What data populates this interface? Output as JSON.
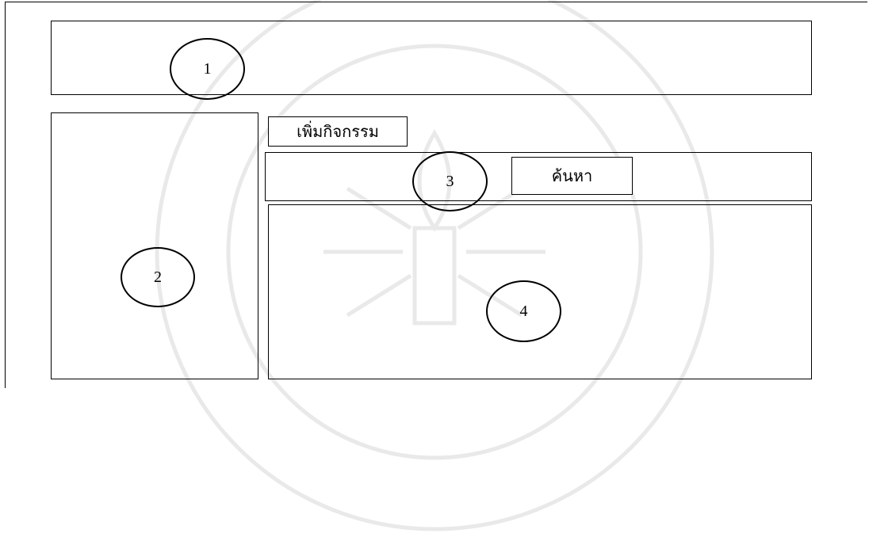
{
  "regions": {
    "region1_number": "1",
    "region2_number": "2",
    "region3_number": "3",
    "region4_number": "4"
  },
  "buttons": {
    "add_activity_label": "เพิ่มกิจกรรม",
    "search_label": "ค้นหา"
  },
  "colors": {
    "border": "#000000",
    "background": "#ffffff",
    "watermark": "#9a9a9a"
  }
}
